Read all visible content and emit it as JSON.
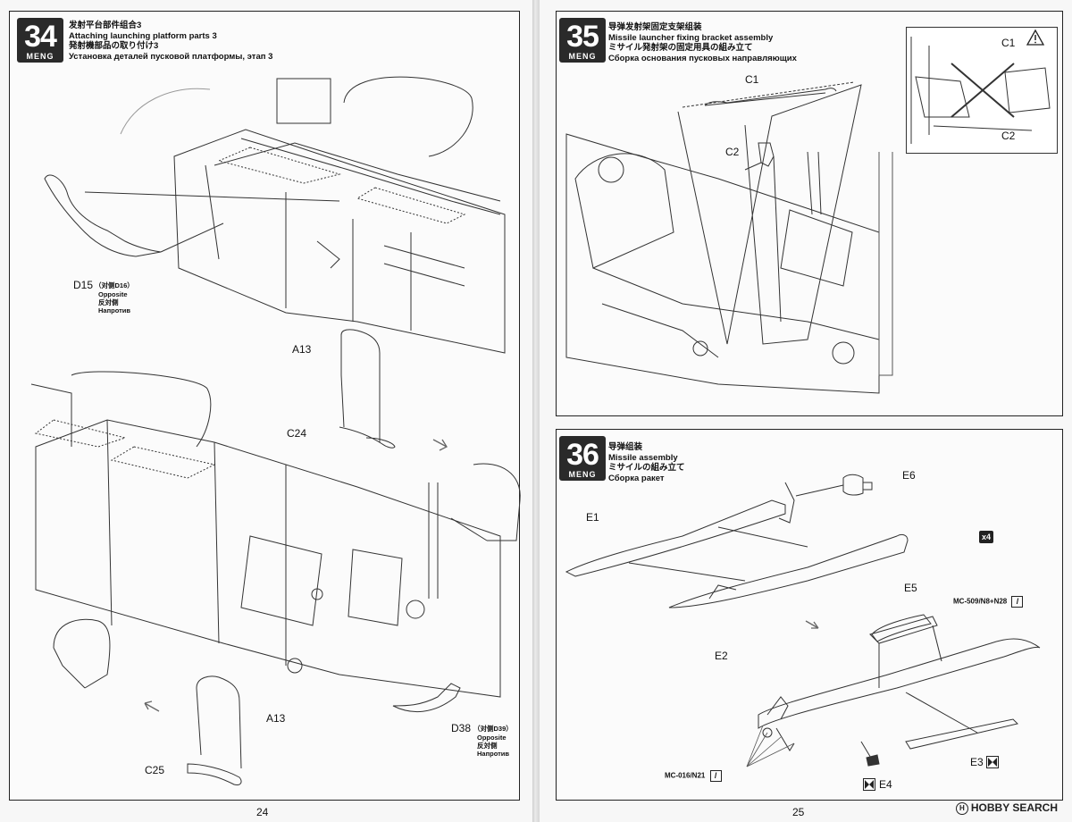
{
  "left_page": {
    "page_number": "24",
    "step34": {
      "number": "34",
      "brand": "MENG",
      "title_cn": "发射平台部件组合3",
      "title_en": "Attaching launching platform parts 3",
      "title_jp": "発射機部品の取り付け3",
      "title_ru": "Установка деталей пусковой платформы, этап 3",
      "parts": {
        "d15": "D15",
        "d15_opposite_cn": "（对侧D16）",
        "d15_opposite_en": "Opposite",
        "d15_opposite_jp": "反対側",
        "d15_opposite_ru": "Напротив",
        "a13_top": "A13",
        "c24": "C24",
        "a13_bottom": "A13",
        "c25": "C25",
        "d38": "D38",
        "d38_opposite_cn": "（对侧D39）",
        "d38_opposite_en": "Opposite",
        "d38_opposite_jp": "反対側",
        "d38_opposite_ru": "Напротив"
      }
    }
  },
  "right_page": {
    "page_number": "25",
    "step35": {
      "number": "35",
      "brand": "MENG",
      "title_cn": "导弹发射架固定支架组装",
      "title_en": "Missile launcher fixing bracket assembly",
      "title_jp": "ミサイル発射架の固定用具の組み立て",
      "title_ru": "Сборка основания пусковых направляющих",
      "parts": {
        "c1": "C1",
        "c2": "C2",
        "inset_c1": "C1",
        "inset_c2": "C2"
      }
    },
    "step36": {
      "number": "36",
      "brand": "MENG",
      "title_cn": "导弹组装",
      "title_en": "Missile assembly",
      "title_jp": "ミサイルの組み立て",
      "title_ru": "Сборка ракет",
      "quantity": "x4",
      "parts": {
        "e1": "E1",
        "e2": "E2",
        "e3": "E3",
        "e4": "E4",
        "e5": "E5",
        "e6": "E6"
      },
      "paint_top": "MC-509/N8+N28",
      "paint_bottom": "MC-016/N21"
    },
    "watermark": "HOBBY SEARCH"
  },
  "icons": [
    "warning-triangle-icon",
    "arrow-icon",
    "paint-brush-icon",
    "bowtie-decal-icon"
  ]
}
